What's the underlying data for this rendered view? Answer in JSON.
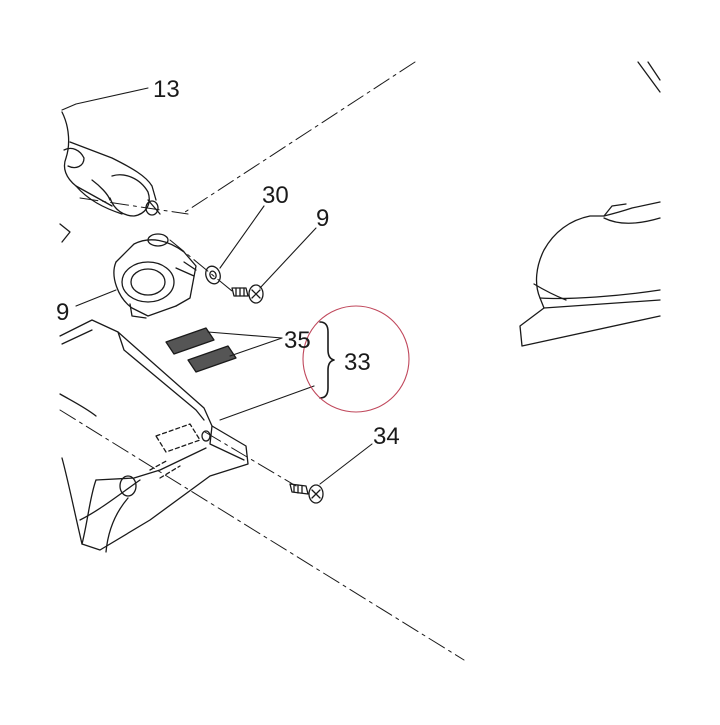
{
  "diagram": {
    "callouts": {
      "c13": "13",
      "c30": "30",
      "c9a": "9",
      "c9b": "9",
      "c35": "35",
      "c33": "33",
      "c34": "34"
    },
    "colors": {
      "line": "#1a1a1a",
      "pad_fill": "#555555",
      "highlight_circle": "#c0485c"
    }
  }
}
